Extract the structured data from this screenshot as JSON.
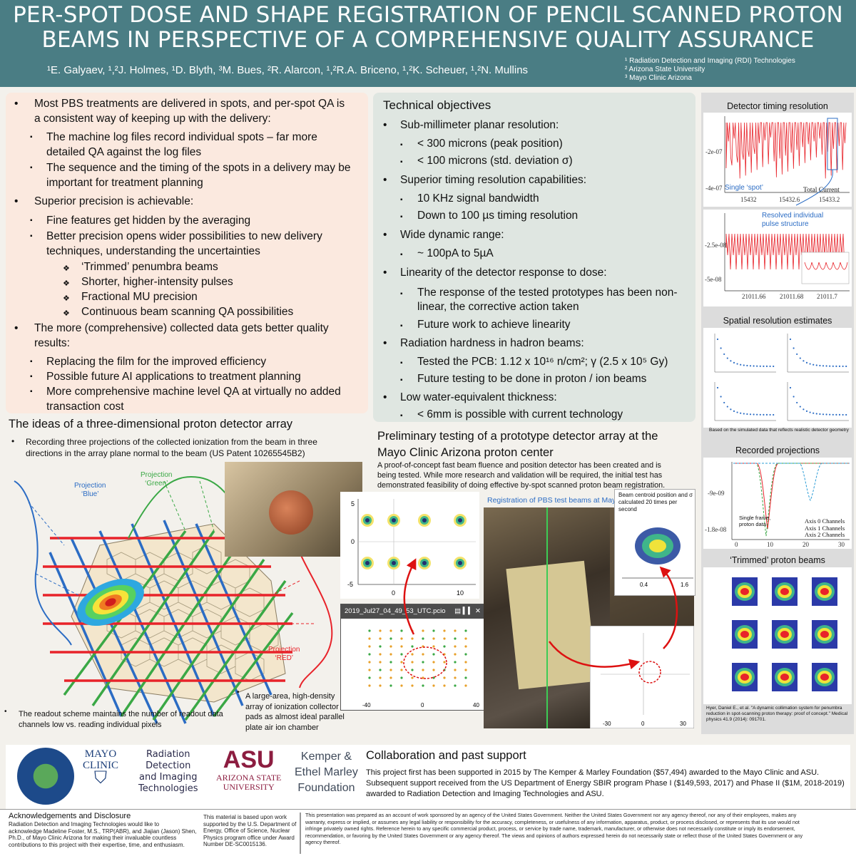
{
  "header": {
    "title_line1": "PER-SPOT DOSE AND SHAPE REGISTRATION OF PENCIL SCANNED PROTON",
    "title_line2": "BEAMS IN PERSPECTIVE OF A COMPREHENSIVE QUALITY ASSURANCE",
    "authors": "¹E. Galyaev, ¹,²J. Holmes,  ¹D. Blyth, ³M. Bues, ²R. Alarcon, ¹,²R.A. Briceno, ¹,²K. Scheuer, ¹,²N. Mullins",
    "affiliations": [
      "¹ Radiation Detection and Imaging (RDI) Technologies",
      "² Arizona State University",
      "³ Mayo Clinic Arizona"
    ]
  },
  "left_box": {
    "b1": "Most PBS treatments are delivered in spots, and per-spot QA is",
    "b1b": "a consistent way of keeping up with the delivery:",
    "b1_s1": "The machine log files record individual spots – far more",
    "b1_s1b": "detailed QA against the log files",
    "b1_s2": "The sequence and the timing of the spots in a delivery may be",
    "b1_s2b": "important for treatment planning",
    "b2": "Superior precision is achievable:",
    "b2_s1": "Fine features get hidden by the averaging",
    "b2_s2": "Better precision opens wider possibilities to new delivery",
    "b2_s2b": "techniques, understanding the uncertainties",
    "b2_t1": "‘Trimmed’ penumbra beams",
    "b2_t2": "Shorter, higher-intensity pulses",
    "b2_t3": "Fractional MU precision",
    "b2_t4": "Continuous beam scanning QA possibilities",
    "b3": "The more (comprehensive) collected data gets better quality",
    "b3b": "results:",
    "b3_s1": "Replacing the film for the improved efficiency",
    "b3_s2": "Possible future AI applications to treatment planning",
    "b3_s3": "More comprehensive machine level QA at virtually no added",
    "b3_s3b": "transaction cost"
  },
  "tech": {
    "heading": "Technical objectives",
    "t1": "Sub-millimeter planar resolution:",
    "t1a": "< 300 microns (peak position)",
    "t1b": "< 100 microns (std. deviation σ)",
    "t2": "Superior timing resolution capabilities:",
    "t2a": "10 KHz signal bandwidth",
    "t2b": "Down to 100 µs timing resolution",
    "t3": "Wide dynamic range:",
    "t3a": "~ 100pA to 5µA",
    "t4": "Linearity of the detector response to dose:",
    "t4a": "The response of the tested prototypes has been non-",
    "t4ab": "linear, the corrective action taken",
    "t4b": "Future work to achieve linearity",
    "t5": "Radiation hardness in hadron beams:",
    "t5a": "Tested the PCB: 1.12 x 10¹⁶ n/cm²; γ (2.5 x 10⁵ Gy)",
    "t5b": "Future testing to be done in proton / ion beams",
    "t6": "Low water-equivalent thickness:",
    "t6a": "< 6mm is possible with current technology"
  },
  "ideas": {
    "heading": "The ideas of a three-dimensional proton detector array",
    "bullet": "Recording three projections of the collected ionization from the beam in three",
    "bullet_b": "directions in the array plane normal to the beam (US Patent 10265545B2)",
    "proj_blue": "Projection",
    "proj_blue2": "‘Blue’",
    "proj_green": "Projection",
    "proj_green2": "‘Green’",
    "proj_red": "Projection",
    "proj_red2": "‘RED’",
    "readout_1": "The readout scheme maintains the number of readout data",
    "readout_2": "channels low vs. reading individual pixels",
    "array_1": "A large-area, high-density",
    "array_2": "array of ionization collector",
    "array_3": "pads as almost ideal parallel",
    "array_4": "plate air ion chamber"
  },
  "prelim": {
    "heading1": "Preliminary testing of a prototype detector array at the",
    "heading2": "Mayo Clinic Arizona proton center",
    "p1": "A proof-of-concept fast beam fluence and position detector has been created and is",
    "p2": "being tested. While more research and validation will be required, the initial test has",
    "p3": "demonstrated feasibility of doing effective by-spot scanned proton beam registration.",
    "registration": "Registration of PBS test beams at Mayo Clinic Arizona",
    "centroid1": "Beam centroid position and σ",
    "centroid2": "calculated 20 times per second",
    "window_title": "2019_Jul27_04_49_53_UTC.pcio"
  },
  "right_panels": {
    "timing_title": "Detector timing resolution",
    "single_spot": "Single ‘spot’",
    "total_current": "Total Current",
    "resolved1": "Resolved individual",
    "resolved2": "pulse structure",
    "spatial_title": "Spatial resolution estimates",
    "spatial_caption": "Based on the simulated data that reflects realistic detector geometry",
    "projections_title": "Recorded projections",
    "single_frame1": "Single frame,",
    "single_frame2": "proton data",
    "axis0": "Axis 0 Channels",
    "axis1": "Axis 1 Channels",
    "axis2": "Axis 2 Channels",
    "trimmed_title": "‘Trimmed’ proton beams",
    "ref1": "Hyer, Daniel E., et al. \"A dynamic collimation system for penumbra",
    "ref2": "reduction in spot-scanning proton therapy: proof of concept.\" Medical",
    "ref3": "physics 41.9 (2014): 091701."
  },
  "timing_axes": {
    "y1": "-2e-07",
    "y2": "-4e-07",
    "x1": "15432",
    "x2": "15432.6",
    "x3": "15433.2",
    "y3": "-2.5e-08",
    "y4": "-5e-08",
    "x4": "21011.66",
    "x5": "21011.68",
    "x6": "21011.7"
  },
  "projection_axes": {
    "y1": "-9e-09",
    "y2": "-1.8e-08",
    "x1": "0",
    "x2": "10",
    "x3": "20",
    "x4": "30"
  },
  "logos": {
    "mayo1": "MAYO",
    "mayo2": "CLINIC",
    "rdi1": "Radiation",
    "rdi2": "Detection",
    "rdi3": "and Imaging",
    "rdi4": "Technologies",
    "asu1": "ASU",
    "asu2": "ARIZONA STATE",
    "asu3": "UNIVERSITY",
    "kemper1": "Kemper &",
    "kemper2": "Ethel Marley",
    "kemper3": "Foundation"
  },
  "collab": {
    "heading": "Collaboration and past support",
    "p1": "This project first has been supported in 2015 by The Kemper & Marley Foundation ($57,494) awarded to the Mayo Clinic and ASU.",
    "p2": "Subsequent support received from the US Department of Energy SBIR program Phase I ($149,593, 2017) and Phase II ($1M, 2018-2019)",
    "p3": "awarded to Radiation Detection and Imaging Technologies and ASU."
  },
  "ack": {
    "heading": "Acknowledgements and Disclosure",
    "a1": "Radiation Detection and Imaging Technologies would like to",
    "a2": "acknowledge Madeline Foster, M.S., TRP(ABR), and Jiajian (Jason) Shen,",
    "a3": "Ph.D., of Mayo Clinic Arizona for making their invaluable countless",
    "a4": "contributions to this project with their expertise, time, and enthusiasm.",
    "m1": "This material is based upon work",
    "m2": "supported by the U.S. Department of",
    "m3": "Energy, Office of Science, Nuclear",
    "m4": "Physics program office under Award",
    "m5": "Number DE-SC0015136.",
    "d1": "This presentation was prepared as an account of work sponsored by an agency of the United States Government. Neither the United States Government nor any agency thereof, nor any of their employees, makes any",
    "d2": "warranty, express or implied, or assumes any legal liability or responsibility for the accuracy, completeness, or usefulness of any information, apparatus, product, or process disclosed, or represents that its use would not",
    "d3": "infringe privately owned rights. Reference herein to any specific commercial product, process, or service by trade name, trademark, manufacturer, or otherwise does not necessarily constitute or imply its endorsement,",
    "d4": "recommendation, or favoring by the United States Government or any agency thereof. The views and opinions of authors expressed herein do not necessarily state or reflect those of the United States Government or any",
    "d5": "agency thereof."
  },
  "colors": {
    "header": "#4a7d84",
    "left_box": "#fbe9df",
    "tech_box": "#dfe6e1",
    "red_grid": "#e8232a",
    "blue_grid": "#2b6cc4",
    "green_grid": "#3aa845"
  }
}
